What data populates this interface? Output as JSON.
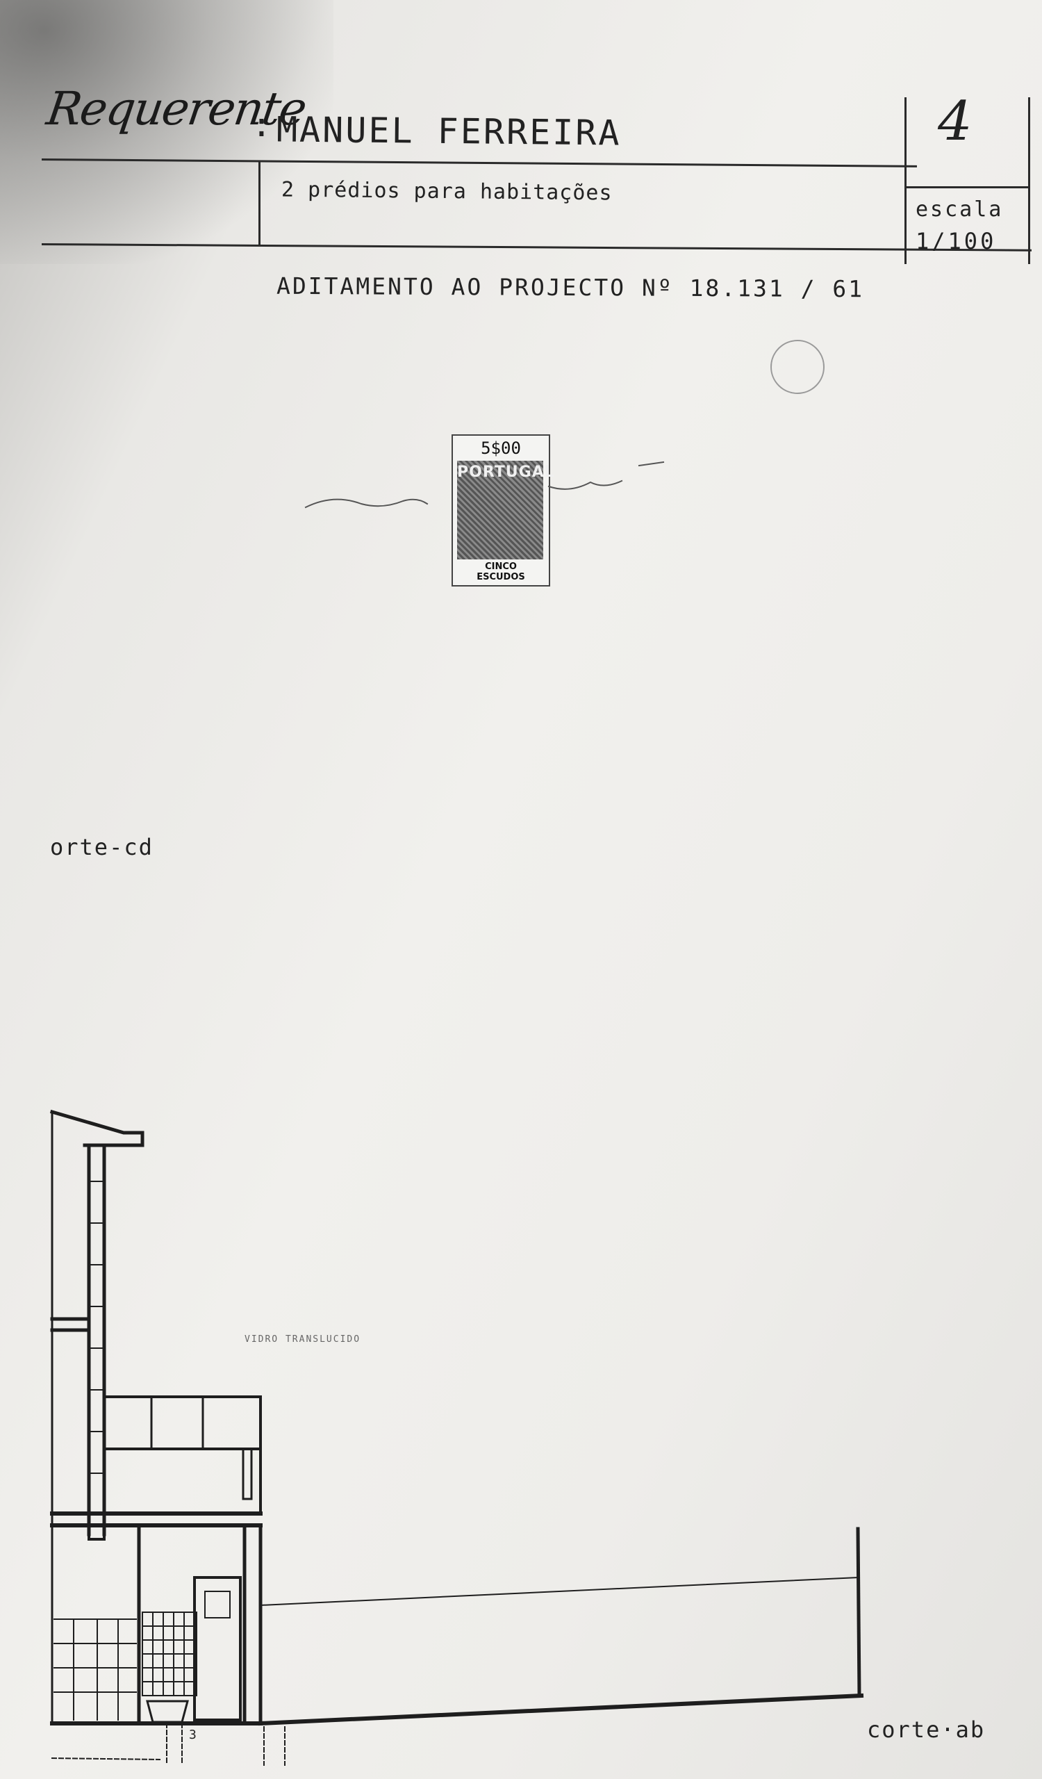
{
  "title_block": {
    "requester_label": "Requerente",
    "colon": ":",
    "requester_name": "MANUEL  FERREIRA",
    "description": "2 prédios para habitações",
    "sheet_number": "4",
    "scale_label": "escala",
    "scale_value": "1/100"
  },
  "addendum": "ADITAMENTO  AO  PROJECTO  Nº 18.131 / 61",
  "stamp": {
    "value": "5$00",
    "country": "PORTUGAL",
    "denomination_line1": "CINCO",
    "denomination_line2": "ESCUDOS"
  },
  "labels": {
    "section_cd": "orte-cd",
    "section_ab": "corte·ab",
    "glass_note": "VIDRO  TRANSLUCIDO",
    "dim_note": "3"
  }
}
